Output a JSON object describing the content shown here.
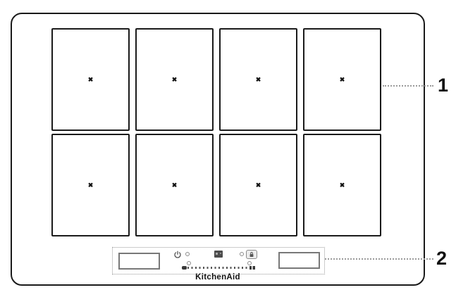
{
  "cooktop": {
    "brand_logo": "KitchenAid",
    "zones": [
      {
        "marker": "✖"
      },
      {
        "marker": "✖"
      },
      {
        "marker": "✖"
      },
      {
        "marker": "✖"
      },
      {
        "marker": "✖"
      },
      {
        "marker": "✖"
      },
      {
        "marker": "✖"
      },
      {
        "marker": "✖"
      }
    ]
  },
  "control_panel": {
    "left_display_value": "",
    "right_display_value": "",
    "icons": [
      "power-icon",
      "timer-display-icon",
      "lock-icon",
      "power-slider"
    ],
    "indicator_dots": 4
  },
  "callouts": [
    {
      "label": "1",
      "points_to": "cooking-zones-surface"
    },
    {
      "label": "2",
      "points_to": "control-panel"
    }
  ],
  "colors": {
    "outline": "#1a1a1a",
    "panel_gray": "#8a8a8a",
    "leader_dots": "#9a9a9a",
    "background": "#ffffff"
  }
}
